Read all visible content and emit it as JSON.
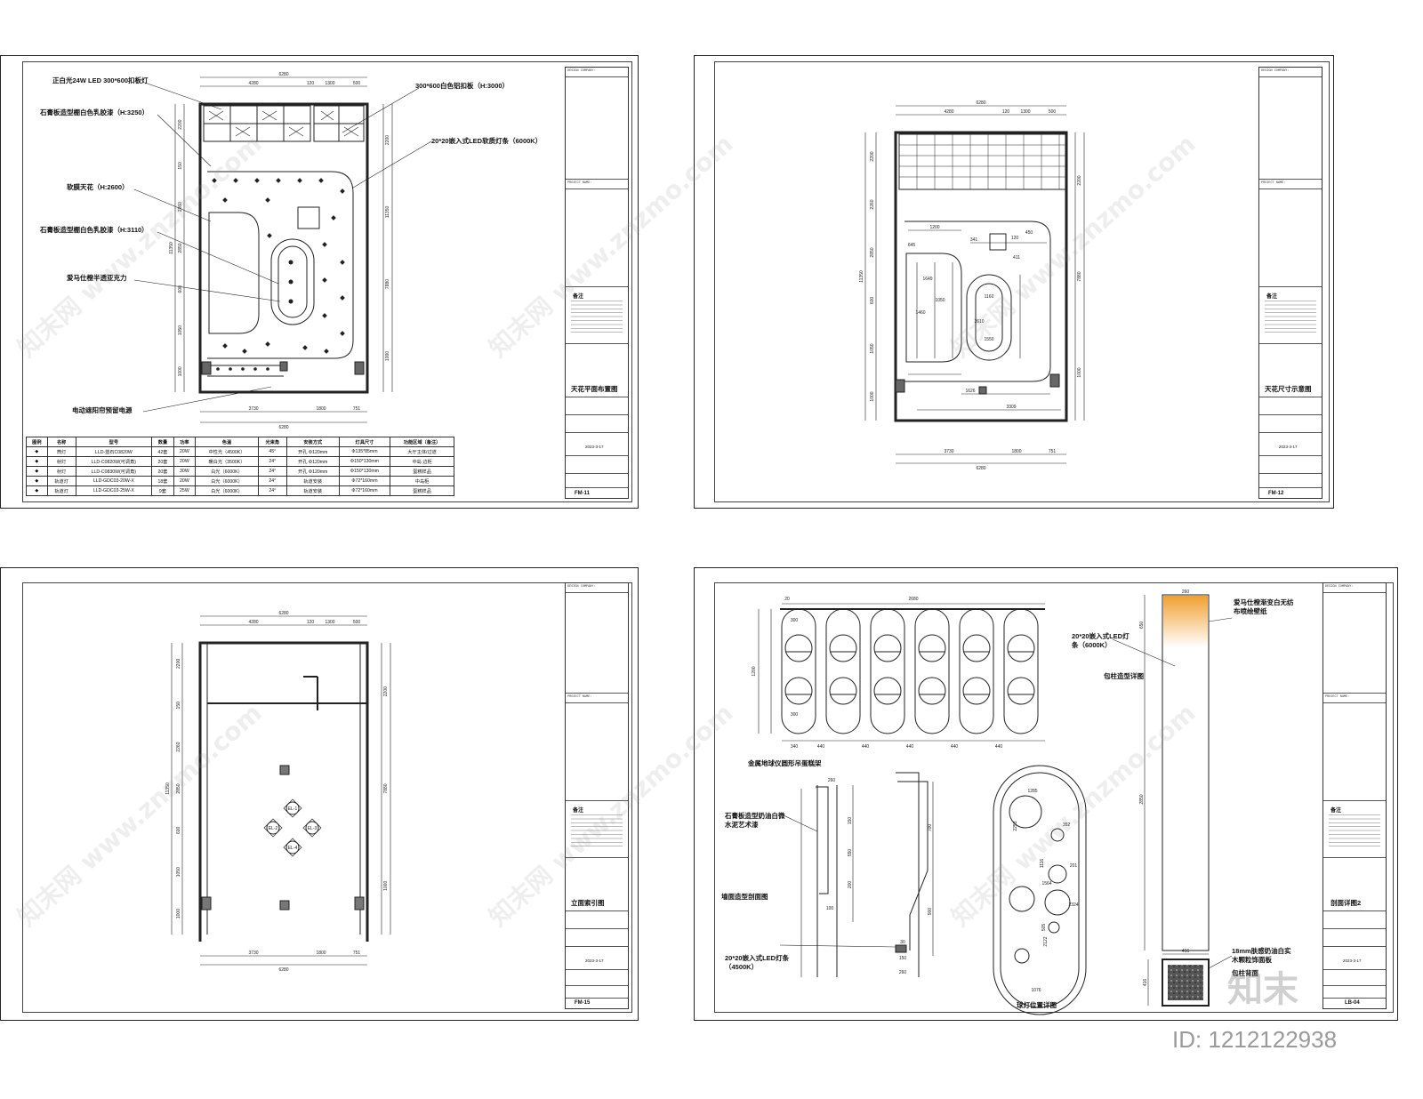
{
  "sheets": {
    "s1": {
      "title": "天花平面布置图",
      "code": "FM-11",
      "date": "2023-3-17",
      "notes_label": "备注",
      "annotations": [
        "正白光24W LED 300*600扣板灯",
        "石膏板造型棚白色乳胶漆（H:3250）",
        "软膜天花（H:2600）",
        "石膏板造型棚白色乳胶漆（H:3110）",
        "爱马仕橙半透亚克力",
        "电动遮阳帘预留电源",
        "300*600白色铝扣板（H:3000）",
        "20*20嵌入式LED软质灯条（6000K）"
      ],
      "dims_top": [
        "6280",
        "4280",
        "120",
        "1300",
        "500"
      ],
      "dims_bottom": [
        "3730",
        "1800",
        "751",
        "6280"
      ],
      "dims_left": [
        "2200",
        "150",
        "2260",
        "2850",
        "600",
        "1050",
        "1000",
        "11350"
      ],
      "dims_right": [
        "2200",
        "11350",
        "7880",
        "1000"
      ],
      "table": {
        "headers": [
          "图例",
          "名称",
          "型号",
          "数量",
          "功率",
          "色温",
          "光束角",
          "安装方式",
          "灯具尺寸",
          "功能区域（备注）"
        ],
        "rows": [
          [
            "◆",
            "筒灯",
            "LLD-蓝石C0820W",
            "42套",
            "20W",
            "中性光（4500K）",
            "45°",
            "开孔 Φ120mm",
            "Φ135*85mm",
            "大厅主体/过道"
          ],
          [
            "◆",
            "射灯",
            "LLD-C0820W(可调角)",
            "20套",
            "20W",
            "暖白光（3500K）",
            "24°",
            "开孔 Φ120mm",
            "Φ150*130mm",
            "中岛 边柜"
          ],
          [
            "◆",
            "射灯",
            "LLD-C0830W(可调角)",
            "20套",
            "30W",
            "白光（6000K）",
            "24°",
            "开孔 Φ120mm",
            "Φ150*130mm",
            "蛋糕样品"
          ],
          [
            "◆",
            "轨道灯",
            "LLD-GDC03-20W-X",
            "18套",
            "20W",
            "白光（6000K）",
            "24°",
            "轨道安装",
            "Φ72*160mm",
            "中岛柜"
          ],
          [
            "◆",
            "轨道灯",
            "LLD-GDC03-25W-X",
            "9套",
            "25W",
            "白光（6000K）",
            "24°",
            "轨道安装",
            "Φ72*160mm",
            "蛋糕样品"
          ]
        ]
      }
    },
    "s2": {
      "title": "天花尺寸示意图",
      "code": "FM-12",
      "date": "2023-3-17",
      "notes_label": "备注",
      "dims_top": [
        "6280",
        "4280",
        "120",
        "1300",
        "500"
      ],
      "dims_bottom": [
        "3730",
        "1800",
        "751",
        "6280"
      ],
      "dims_left": [
        "2200",
        "2260",
        "2850",
        "600",
        "1050",
        "1000",
        "11350"
      ],
      "dims_right": [
        "2200",
        "7880",
        "1000"
      ],
      "inner_dims": [
        "1200",
        "645",
        "1649",
        "1050",
        "1460",
        "1160",
        "2610",
        "1550",
        "341",
        "120",
        "450",
        "411",
        "1626",
        "3309"
      ]
    },
    "s3": {
      "title": "立面索引图",
      "code": "FM-15",
      "date": "2023-3-17",
      "notes_label": "备注",
      "dims_top": [
        "6280",
        "4280",
        "120",
        "1300",
        "500"
      ],
      "dims_bottom": [
        "3730",
        "1800",
        "751",
        "6280"
      ],
      "dims_left": [
        "2200",
        "150",
        "2260",
        "2850",
        "600",
        "1050",
        "1000",
        "11350"
      ],
      "dims_right": [
        "2200",
        "7880",
        "1000"
      ],
      "index_tags": [
        "EL-1",
        "EL-2",
        "EL-3",
        "EL-4"
      ]
    },
    "s4": {
      "title": "剖面详图2",
      "code": "LB-04",
      "date": "2023-3-17",
      "notes_label": "备注",
      "captions": {
        "rack": "金属地球仪圆形吊蛋糕架",
        "wall": "墙面造型剖面图",
        "ball": "球灯位置详图",
        "column": "包柱造型详图"
      },
      "annotations": {
        "gypsum": "石膏板造型奶油白微水泥艺术漆",
        "led_a": "20*20嵌入式LED灯条（4500K）",
        "led_b": "20*20嵌入式LED灯条（6000K）",
        "wallpaper": "爱马仕橙渐变白无纺布喷绘壁纸",
        "base": "18mm肤感奶油白实木颗粒饰面板",
        "base2": "包柱背面"
      },
      "rack_dims": [
        "20",
        "2680",
        "300",
        "1200",
        "300",
        "440",
        "440",
        "440",
        "440",
        "440",
        "340"
      ],
      "wall_dims": [
        "260",
        "150",
        "550",
        "200",
        "700",
        "900",
        "100",
        "30",
        "150",
        "260"
      ],
      "ball_dims": [
        "1285",
        "2253",
        "352",
        "1116",
        "201",
        "1564",
        "2324",
        "505",
        "2122",
        "1076"
      ],
      "column_dims": [
        "260",
        "650",
        "2850",
        "416",
        "416"
      ]
    }
  },
  "watermark": "知末网 www.znzmo.com",
  "logo": "知末",
  "image_id": "ID: 1212122938",
  "colors": {
    "accent_orange": "#f0a030",
    "line": "#222222"
  }
}
